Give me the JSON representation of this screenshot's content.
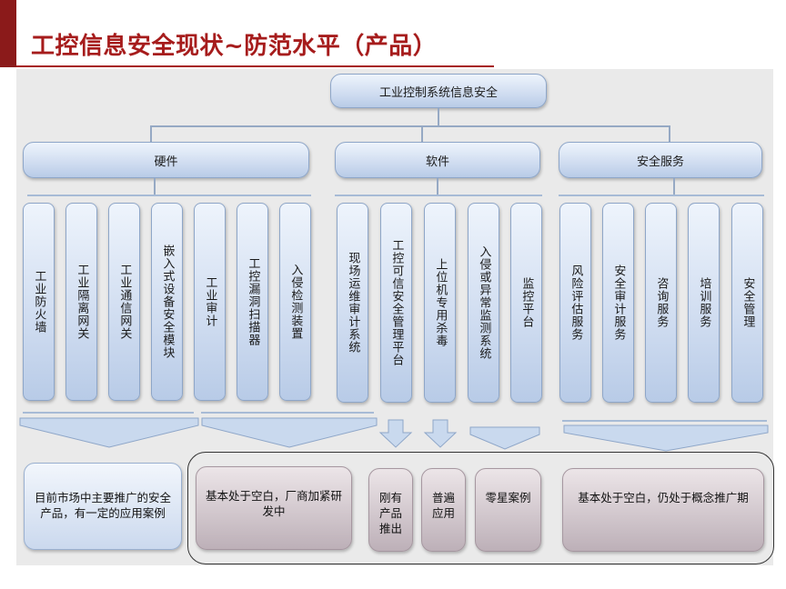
{
  "page": {
    "title": "工控信息安全现状~防范水平（产品）"
  },
  "colors": {
    "accent": "#a61c1c",
    "box_fill": "#cfdcf0",
    "status_fill": "#bdb0b8"
  },
  "diagram": {
    "root": "工业控制系统信息安全",
    "categories": [
      {
        "label": "硬件",
        "items": [
          "工业防火墙",
          "工业隔离网关",
          "工业通信网关",
          "嵌入式设备安全模块",
          "工业审计",
          "工控漏洞扫描器",
          "入侵检测装置"
        ]
      },
      {
        "label": "软件",
        "items": [
          "现场运维审计系统",
          "工控可信安全管理平台",
          "上位机专用杀毒",
          "入侵或异常监测系统",
          "监控平台"
        ]
      },
      {
        "label": "安全服务",
        "items": [
          "风险评估服务",
          "安全审计服务",
          "咨询服务",
          "培训服务",
          "安全管理"
        ]
      }
    ],
    "status": [
      "目前市场中主要推广的安全产品，有一定的应用案例",
      "基本处于空白，厂商加紧研发中",
      "刚有产品推出",
      "普遍应用",
      "零星案例",
      "基本处于空白，仍处于概念推广期"
    ]
  }
}
